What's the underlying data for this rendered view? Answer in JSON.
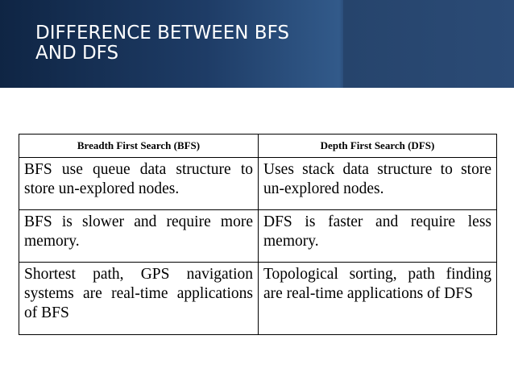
{
  "slide": {
    "title": "DIFFERENCE BETWEEN BFS AND DFS"
  },
  "table": {
    "headers": [
      "Breadth First Search (BFS)",
      "Depth First Search (DFS)"
    ],
    "rows": [
      [
        "BFS use queue data structure to store un-explored nodes.",
        "Uses stack data structure to store un-explored nodes."
      ],
      [
        "BFS is slower and require more memory.",
        "DFS is faster and require less memory."
      ],
      [
        "Shortest path, GPS navigation systems are real-time applications of BFS",
        "Topological sorting, path finding are real-time applications of DFS"
      ]
    ]
  },
  "colors": {
    "banner_dark": "#0f2544",
    "banner_mid": "#325a8a",
    "banner_panel": "#2b4b76",
    "text": "#000000",
    "title_text": "#ffffff"
  }
}
